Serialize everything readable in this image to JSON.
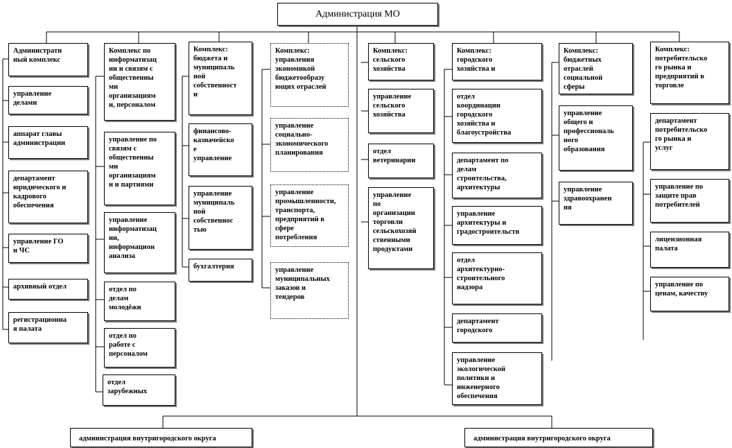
{
  "root": {
    "label": "Администрация МО"
  },
  "complexes": [
    {
      "title": "Администрати\nный комплекс",
      "items": [
        "управление\nделами",
        "аппарат главы\nадминистрации",
        "департамент\nюридического и\nкадрового\nобеспечения",
        "управление ГО\nи ЧС",
        "архивный отдел",
        "регистрационна\nя палата"
      ]
    },
    {
      "title": "Комплекс по\nинформатизац\nии и связям с\nобщественны\nми\nорганизациям\nи, персоналом",
      "items": [
        "управление по\nсвязям с\nобщественны\nми\nорганизациям\nи и партиями",
        "управление\nинформатизац\nии,\nинформацион\nанализа",
        "отдел по\nделам\nмолодёжи",
        "отдел по\nработе с\nперсоналом",
        "отдел\nзарубежных"
      ]
    },
    {
      "title": "Комплекс:\nбюджета и\nмуниципаль\nной\nсобственност\nи",
      "items": [
        "финансово-\nказначейско\nе\nуправление",
        "управление\nмуниципаль\nной\nсобственнос\nтью",
        "бухгалтерия"
      ]
    },
    {
      "title": "Комплекс:\nуправления\nэкономикой\nбюджетообразу\nющих отраслей",
      "items": [
        "управление\nсоциально-\nэкономического\nпланирования",
        "управление\nпромышленности,\nтранспорта,\nпредприятий в\nсфере\nпотребления",
        "управление\nмуниципальных\nзаказов и\nтендеров"
      ]
    },
    {
      "title": "Комплекс:\nсельского\nхозяйства",
      "items": [
        "управление\nсельского\nхозяйства",
        "отдел\nветеринарии",
        "управление\nпо\nорганизации\nторговли\nсельскохозяй\nственными\nпродуктами"
      ]
    },
    {
      "title": "Комплекс:\nгородского\nхозяйства и",
      "items": [
        "отдел\nкоординации\nгородского\nхозяйства и\nблагоустройства",
        "департамент по\nделам\nстроительства,\nархитектуры",
        "управление\nархитектуры и\nградостроительств",
        "отдел\nархитектурно-\nстроительного\nнадзора",
        "департамент\nгородского",
        "управление\nэкологической\nполитики и\nинженерного\nобеспечения"
      ]
    },
    {
      "title": "Комплекс:\nбюджетных\nотраслей\nсоциальной\nсферы",
      "items": [
        "управление\nобщего и\nпрофессиональ\nного\nобразования",
        "управление\nздравоохранен\nия"
      ]
    },
    {
      "title": "Комплекс:\nпотребительско\nго рынка и\nпредприятий в\nторговле",
      "items": [
        "департамент\nпотребительско\nго рынка и\nуслуг",
        "управление по\nзащите прав\nпотребителей",
        "лицензионная\nпалата",
        "управление по\nценам, качеству"
      ]
    }
  ],
  "districts": [
    "администрация внутригородского округа",
    "администрация внутригородского округа"
  ]
}
